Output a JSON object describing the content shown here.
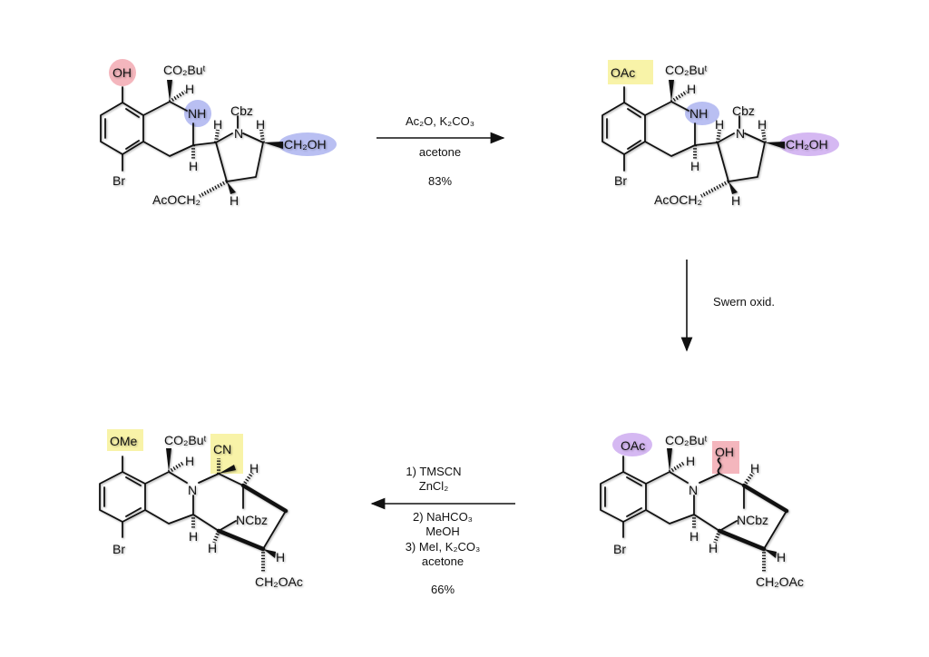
{
  "colors": {
    "pink": "#f4b6bd",
    "blue": "#b9bff2",
    "purple": "#d5b8f2",
    "yellow": "#f8f3a8"
  },
  "molecule1": {
    "oh": "OH",
    "ester": "CO₂Buᵗ",
    "nh": "NH",
    "cbz": "Cbz",
    "h1": "H",
    "h2": "H",
    "h3": "H",
    "h4": "H",
    "h5": "H",
    "ch2oh": "CH₂OH",
    "br": "Br",
    "acoch2": "AcOCH₂"
  },
  "molecule2": {
    "oac": "OAc",
    "ester": "CO₂Buᵗ",
    "nh": "NH",
    "cbz": "Cbz",
    "h1": "H",
    "h2": "H",
    "h3": "H",
    "h4": "H",
    "h5": "H",
    "ch2oh": "CH₂OH",
    "br": "Br",
    "acoch2": "AcOCH₂"
  },
  "molecule3": {
    "oac": "OAc",
    "ester": "CO₂Buᵗ",
    "oh": "OH",
    "n": "N",
    "ncbz": "NCbz",
    "h1": "H",
    "h2": "H",
    "h3": "H",
    "h4": "H",
    "h5": "H",
    "br": "Br",
    "ch2oac": "CH₂OAc"
  },
  "molecule4": {
    "ome": "OMe",
    "ester": "CO₂Buᵗ",
    "cn": "CN",
    "n": "N",
    "ncbz": "NCbz",
    "h1": "H",
    "h2": "H",
    "h3": "H",
    "h4": "H",
    "h5": "H",
    "br": "Br",
    "ch2oac": "CH₂OAc"
  },
  "step1": {
    "reagents": "Ac₂O, K₂CO₃",
    "solvent": "acetone",
    "yield": "83%"
  },
  "step2": {
    "reagents": "Swern oxid."
  },
  "step3": {
    "line1": "1) TMSCN",
    "line2": "ZnCl₂",
    "line3": "2) NaHCO₃",
    "line4": "MeOH",
    "line5": "3) MeI, K₂CO₃",
    "line6": "acetone",
    "yield": "66%"
  }
}
